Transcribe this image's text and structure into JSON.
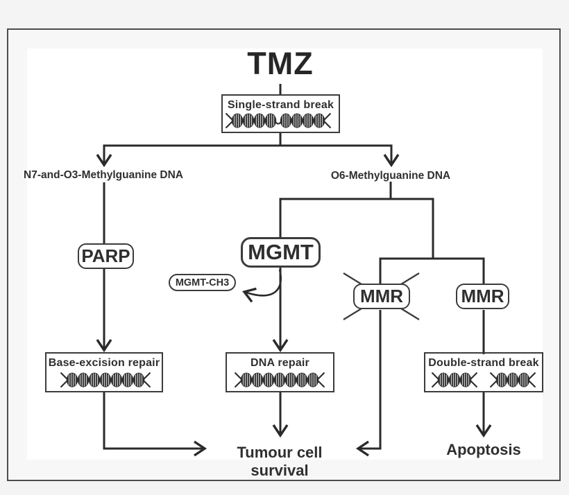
{
  "page": {
    "background": "#f4f4f5"
  },
  "frame": {
    "border_color": "#4d4d4d",
    "inner_background": "#f7f7f7"
  },
  "diagram": {
    "title": "TMZ",
    "panel_background": "#ffffff",
    "line_color": "#2a2a2a",
    "text_color": "#2f2f2f",
    "nodes": {
      "single_strand_break": "Single-strand break",
      "n7_branch": "N7-and-O3-Methylguanine DNA",
      "o6_branch": "O6-Methylguanine DNA",
      "parp": "PARP",
      "mgmt": "MGMT",
      "mgmt_ch3": "MGMT-CH3",
      "mmr_inactive": "MMR",
      "mmr_active": "MMR",
      "base_excision_repair": "Base-excision repair",
      "dna_repair": "DNA repair",
      "double_strand_break": "Double-strand break",
      "tumour_cell_survival": "Tumour cell survival",
      "apoptosis": "Apoptosis"
    },
    "icons": {
      "dna_broken_single": "dna-helix-single-break-icon",
      "dna_intact_left": "dna-helix-icon",
      "dna_intact_middle": "dna-helix-icon",
      "dna_broken_double": "dna-helix-double-break-icon",
      "mmr_cross": "crossed-out-x-icon"
    },
    "edges": [
      "TMZ -> Single-strand break",
      "Single-strand break -> N7-and-O3-Methylguanine DNA",
      "Single-strand break -> O6-Methylguanine DNA",
      "N7-and-O3-Methylguanine DNA -> PARP",
      "PARP -> Base-excision repair",
      "Base-excision repair -> Tumour cell survival",
      "O6-Methylguanine DNA -> MGMT",
      "O6-Methylguanine DNA -> MMR (inactive)",
      "O6-Methylguanine DNA -> MMR",
      "MGMT -> MGMT-CH3",
      "MGMT -> DNA repair",
      "DNA repair -> Tumour cell survival",
      "MMR (inactive) -> Tumour cell survival",
      "MMR -> Double-strand break",
      "Double-strand break -> Apoptosis"
    ]
  }
}
